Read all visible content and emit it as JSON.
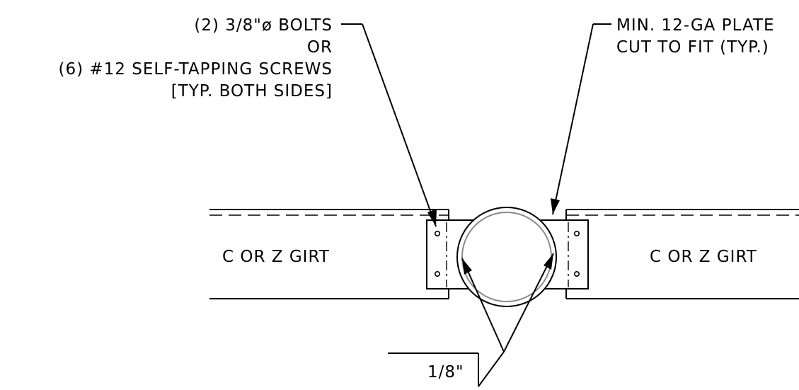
{
  "notes": {
    "bolts": {
      "line1": "(2) 3/8\"ø BOLTS",
      "line2": "OR",
      "line3": "(6) #12 SELF-TAPPING SCREWS",
      "line4": "[TYP. BOTH SIDES]"
    },
    "plate": {
      "line1": "MIN. 12-GA PLATE",
      "line2": "CUT TO FIT (TYP.)"
    },
    "girt_left": "C OR Z GIRT",
    "girt_right": "C OR Z GIRT",
    "weld_size": "1/8\""
  },
  "colors": {
    "line": "#000000",
    "pipe_inner": "#8a8a8a",
    "background": "#ffffff"
  }
}
